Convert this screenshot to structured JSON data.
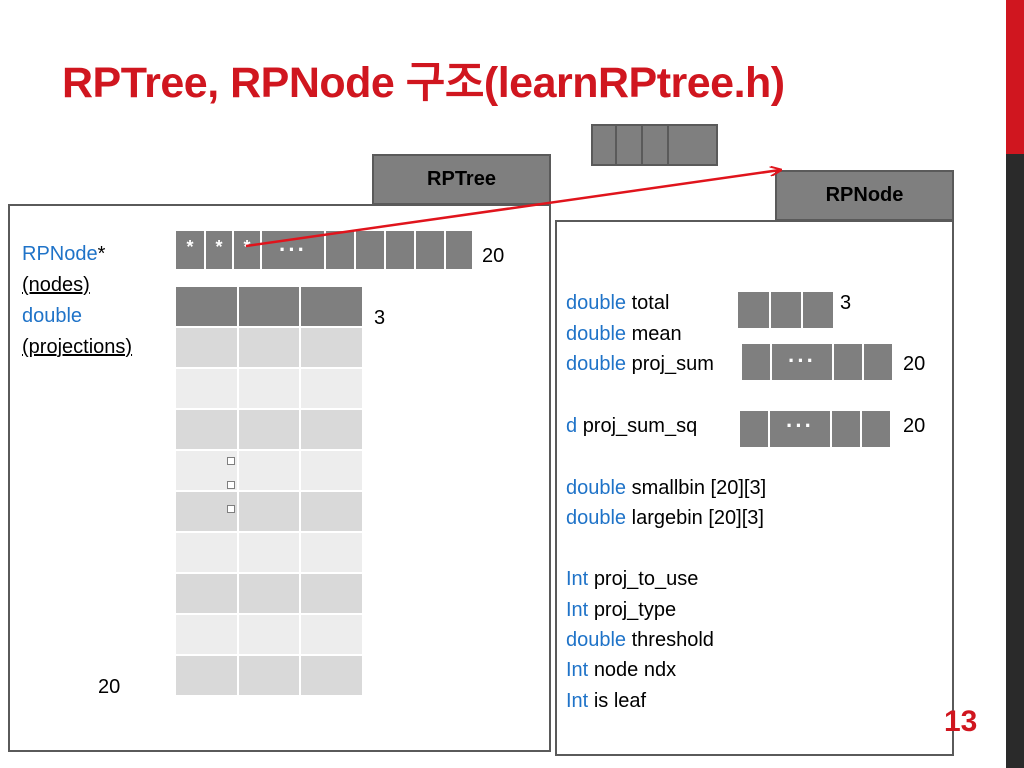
{
  "slide": {
    "title": "RPTree, RPNode 구조(learnRPtree.h)",
    "page_number": "13"
  },
  "rptree": {
    "tab_label": "RPTree",
    "nodes_type": "RPNode",
    "nodes_star": "*",
    "nodes_name": "(nodes)",
    "projections_type": "double",
    "projections_name": "(projections)",
    "nodes_array_stars": [
      "*",
      "*",
      "*"
    ],
    "nodes_array_dots": "···",
    "nodes_array_count": "20",
    "projections_cols": "3",
    "projections_rows": "20"
  },
  "rpnode": {
    "tab_label": "RPNode",
    "total_kw": "double",
    "total_name": "total",
    "total_count": "3",
    "mean_kw": "double",
    "mean_name": "mean",
    "proj_sum_kw": "double",
    "proj_sum_name": "proj_sum",
    "proj_sum_count": "20",
    "proj_sum_dots": "···",
    "proj_sum_sq_kw": "d",
    "proj_sum_sq_name": "proj_sum_sq",
    "proj_sum_sq_count": "20",
    "proj_sum_sq_dots": "···",
    "smallbin_kw": "double",
    "smallbin_name": "smallbin [20][3]",
    "largebin_kw": "double",
    "largebin_name": "largebin [20][3]",
    "proj_to_use_kw": "Int",
    "proj_to_use_name": "proj_to_use",
    "proj_type_kw": "Int",
    "proj_type_name": "proj_type",
    "threshold_kw": "double",
    "threshold_name": "threshold",
    "node_ndx_kw": "Int",
    "node_ndx_name": "node ndx",
    "is_leaf_kw": "Int",
    "is_leaf_name": "is leaf"
  },
  "colors": {
    "title_red": "#d0161f",
    "keyword_blue": "#1f73c8",
    "cell_dark": "#7f7f7f",
    "arrow_red": "#e0141c"
  }
}
